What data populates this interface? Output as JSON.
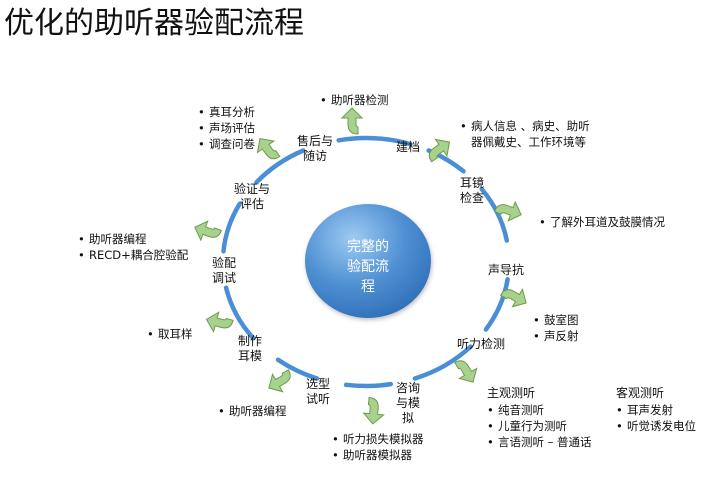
{
  "title": "优化的助听器验配流程",
  "center": {
    "lines": [
      "完整的",
      "验配流",
      "程"
    ]
  },
  "colors": {
    "ring": "#4a8fd6",
    "center_fill": "#4f90d3",
    "center_highlight": "#8fc1ee",
    "arrow_fill": "#a9d18e",
    "arrow_stroke": "#6f9a4a"
  },
  "stages": {
    "aftersale": [
      "售后与",
      "随访"
    ],
    "jiandang": [
      "建档"
    ],
    "erjing": [
      "耳镜",
      "检查"
    ],
    "shengdaokang": [
      "声导抗"
    ],
    "tingli": [
      "听力检测"
    ],
    "zixun": [
      "咨询",
      "与模",
      "拟"
    ],
    "xuanxing": [
      "选型",
      "试听"
    ],
    "zhizuo": [
      "制作",
      "耳模"
    ],
    "yanpei": [
      "验配",
      "调试"
    ],
    "yanzheng": [
      "验证与",
      "评估"
    ]
  },
  "notes": {
    "aftersale": [
      "助听器检测"
    ],
    "jiandang": [
      "病人信息 、病史、助听器佩戴史、工作环境等"
    ],
    "erjing": [
      "了解外耳道及鼓膜情况"
    ],
    "shengdaokang": [
      "鼓室图",
      "声反射"
    ],
    "subjective": {
      "header": "主观测听",
      "items": [
        "纯音测听",
        "儿童行为测听",
        "言语测听 – 普通话"
      ]
    },
    "objective": {
      "header": "客观测听",
      "items": [
        "耳声发射",
        "听觉诱发电位"
      ]
    },
    "zixun": [
      "听力损失模拟器",
      "助听器模拟器"
    ],
    "xuanxing": [
      "助听器编程"
    ],
    "zhizuo": [
      "取耳样"
    ],
    "yanpei": [
      "助听器编程",
      "RECD+耦合腔验配"
    ],
    "yanzheng": [
      "真耳分析",
      "声场评估",
      "调查问卷"
    ]
  }
}
